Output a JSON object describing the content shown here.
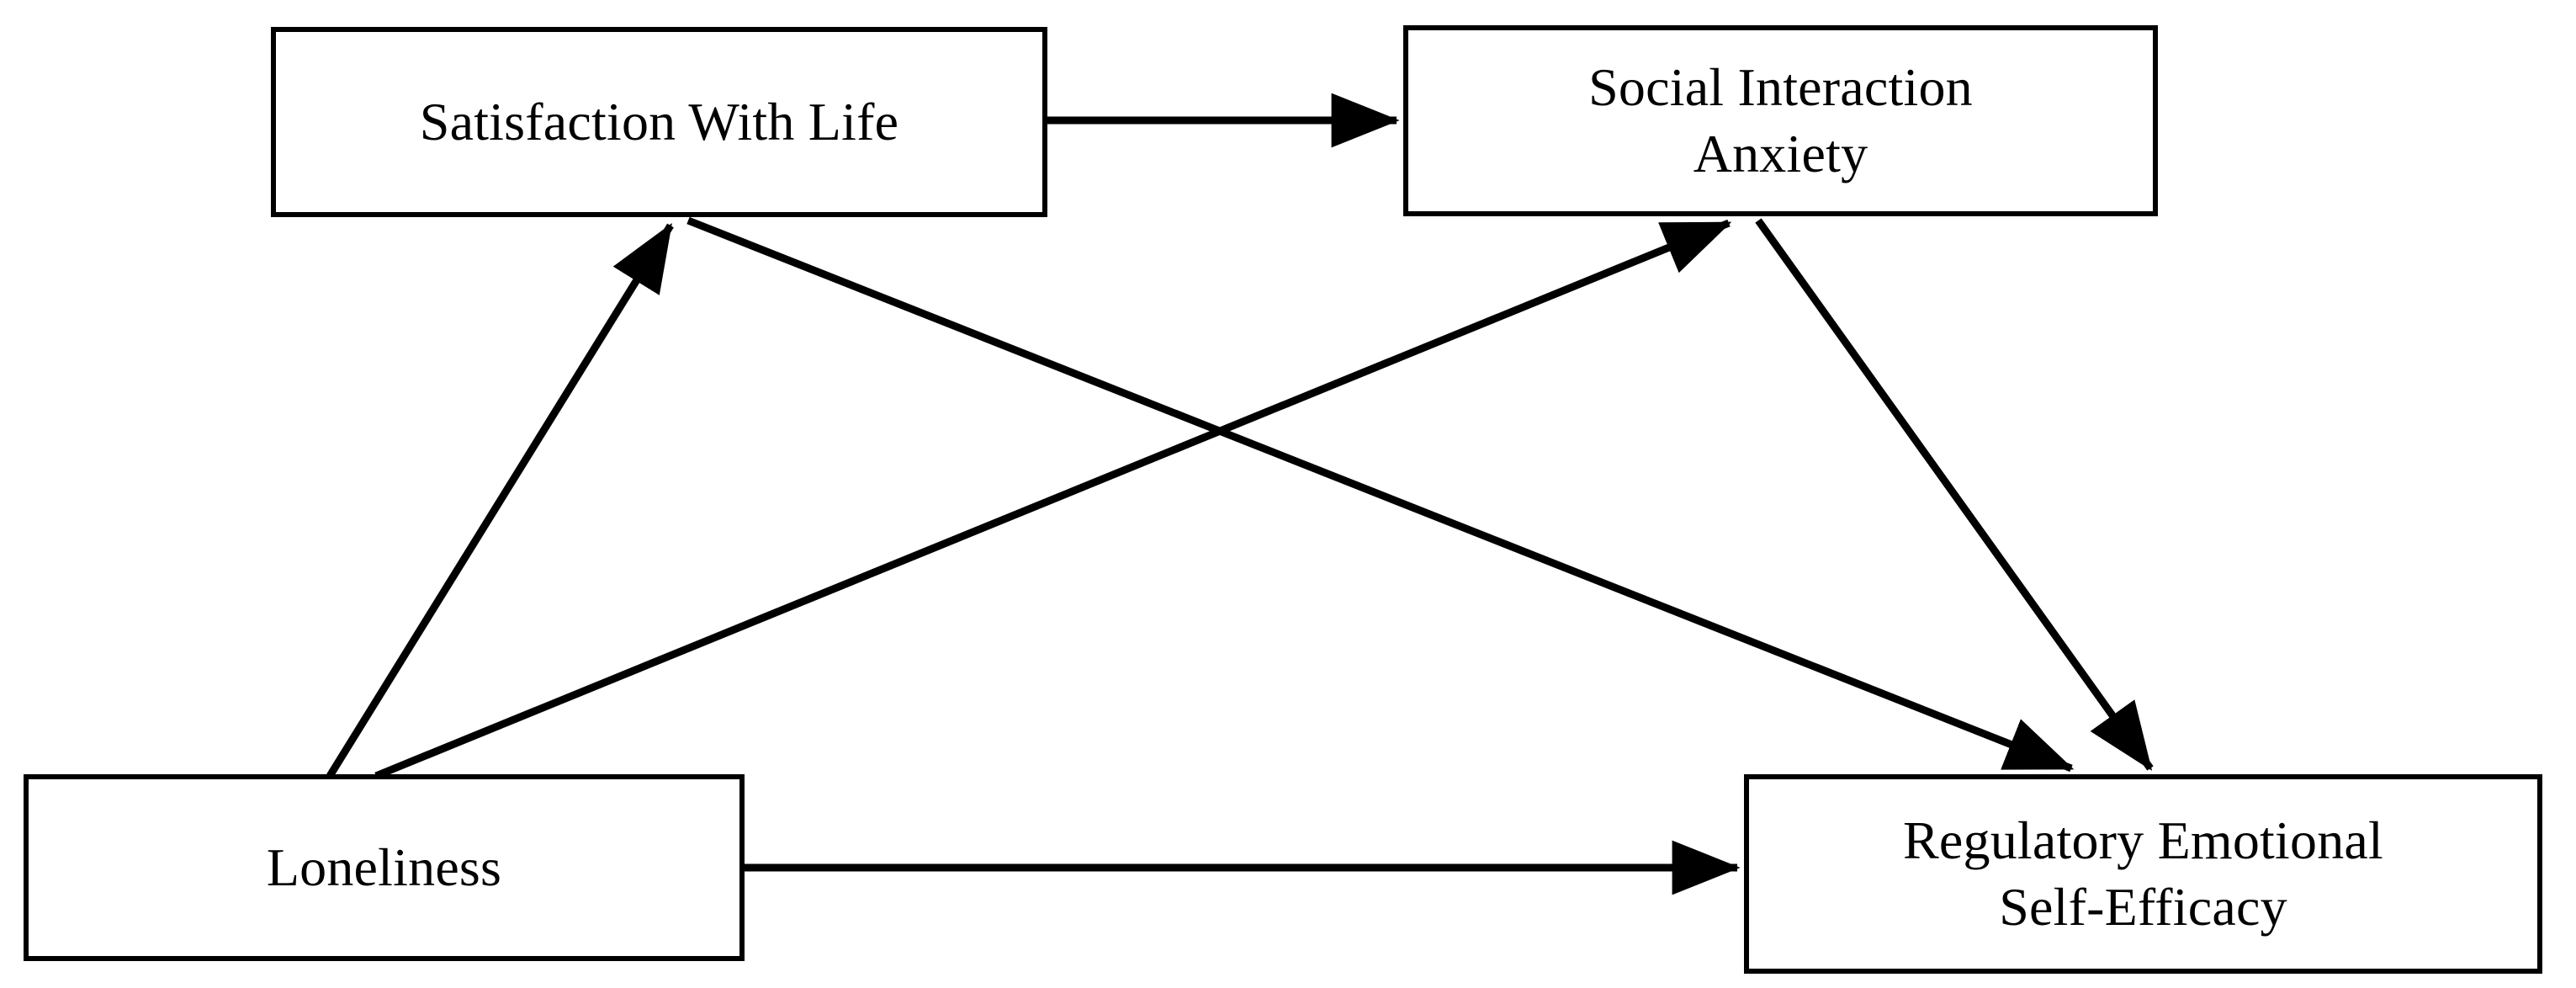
{
  "diagram": {
    "type": "path-model",
    "title": "",
    "background_color": "#ffffff",
    "line_color": "#000000",
    "box_fill": "#ffffff",
    "nodes": [
      {
        "id": "satisfaction",
        "label": "Satisfaction With Life",
        "position": "top-left"
      },
      {
        "id": "anxiety",
        "label": "Social Interaction\nAnxiety",
        "position": "top-right"
      },
      {
        "id": "loneliness",
        "label": "Loneliness",
        "position": "bottom-left"
      },
      {
        "id": "efficacy",
        "label": "Regulatory Emotional\nSelf-Efficacy",
        "position": "bottom-right"
      }
    ],
    "edges": [
      {
        "id": "swl-to-sia",
        "from": "satisfaction",
        "to": "anxiety",
        "style": "solid-arrow",
        "direction": "horizontal-right"
      },
      {
        "id": "lon-to-swl",
        "from": "loneliness",
        "to": "satisfaction",
        "style": "solid-arrow",
        "direction": "diagonal-up-right"
      },
      {
        "id": "lon-to-sia",
        "from": "loneliness",
        "to": "anxiety",
        "style": "solid-arrow",
        "direction": "diagonal-up-right"
      },
      {
        "id": "swl-to-ree",
        "from": "satisfaction",
        "to": "efficacy",
        "style": "solid-arrow",
        "direction": "diagonal-down-right"
      },
      {
        "id": "sia-to-ree",
        "from": "anxiety",
        "to": "efficacy",
        "style": "solid-arrow",
        "direction": "diagonal-down-right"
      },
      {
        "id": "lon-to-ree",
        "from": "loneliness",
        "to": "efficacy",
        "style": "solid-arrow",
        "direction": "horizontal-right"
      }
    ]
  }
}
